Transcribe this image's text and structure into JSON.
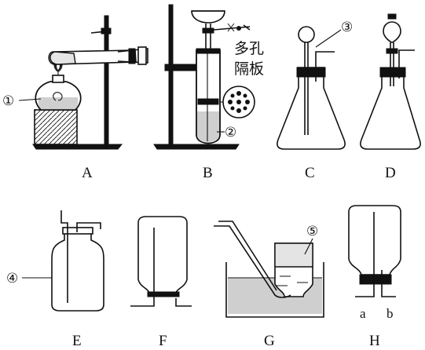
{
  "apparatus": {
    "A": {
      "letter": "A",
      "callout": "①"
    },
    "B": {
      "letter": "B",
      "callout": "②",
      "plate_label_1": "多孔",
      "plate_label_2": "隔板"
    },
    "C": {
      "letter": "C",
      "callout": "③"
    },
    "D": {
      "letter": "D"
    },
    "E": {
      "letter": "E",
      "callout": "④"
    },
    "F": {
      "letter": "F"
    },
    "G": {
      "letter": "G",
      "callout": "⑤"
    },
    "H": {
      "letter": "H",
      "port_a": "a",
      "port_b": "b"
    }
  }
}
